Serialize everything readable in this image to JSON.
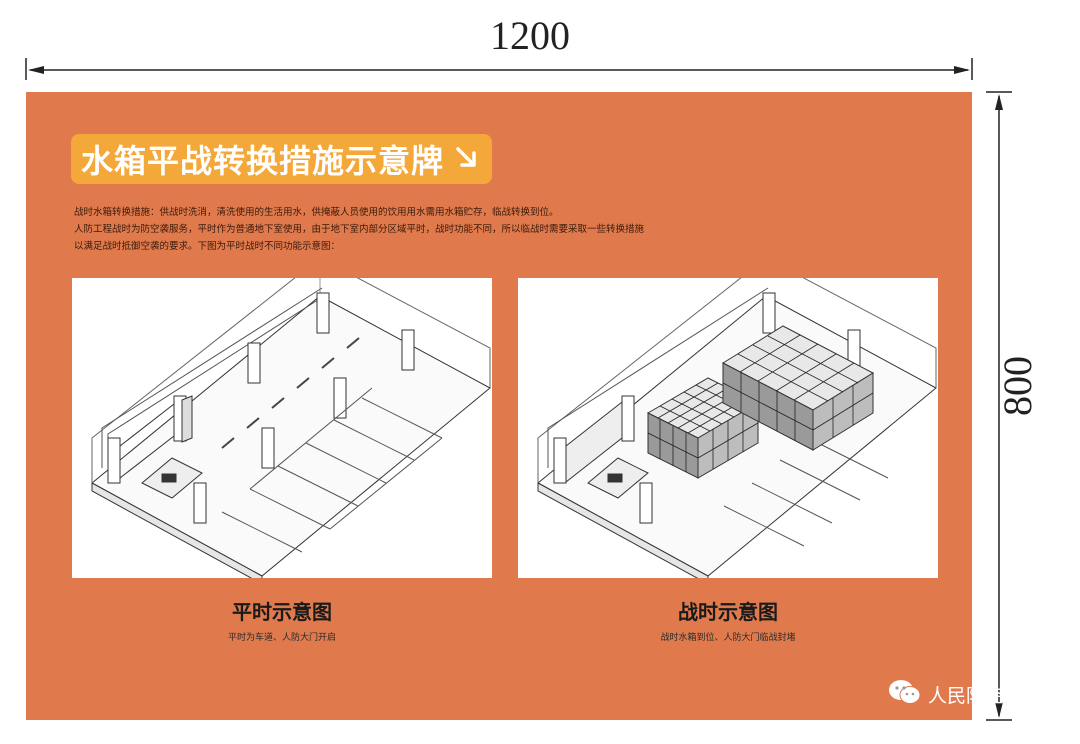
{
  "dimensions": {
    "width_label": "1200",
    "height_label": "800"
  },
  "board": {
    "title": "水箱平战转换措施示意牌",
    "title_icon": "arrow-down-right-icon",
    "description": [
      "战时水箱转换措施：供战时洗消，清洗使用的生活用水，供掩蔽人员使用的饮用用水需用水箱贮存，临战转换到位。",
      "人防工程战时为防空袭服务，平时作为普通地下室使用，由于地下室内部分区域平时，战时功能不同，所以临战时需要采取一些转换措施",
      "以满足战时抵御空袭的要求。下图为平时战时不同功能示意图："
    ],
    "panels": [
      {
        "title": "平时示意图",
        "subtitle": "平时为车道、人防大门开启"
      },
      {
        "title": "战时示意图",
        "subtitle": "战时水箱到位、人防大门临战封堵"
      }
    ],
    "colors": {
      "board": "#e07a4d",
      "title_pill": "#f5a83a",
      "title_text": "#ffffff"
    }
  },
  "watermark": {
    "icon": "wechat-icon",
    "text": "人民防空"
  }
}
